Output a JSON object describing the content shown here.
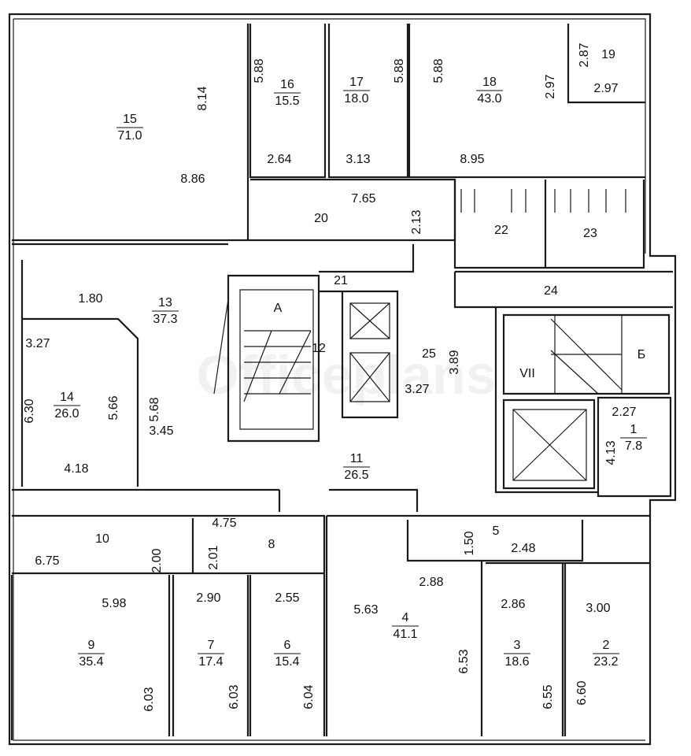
{
  "watermark": "Officeplans",
  "rooms": [
    {
      "number": "15",
      "area": "71.0",
      "dims": [
        "8.14",
        "8.86"
      ]
    },
    {
      "number": "16",
      "area": "15.5",
      "dims": [
        "5.88",
        "2.64"
      ]
    },
    {
      "number": "17",
      "area": "18.0",
      "dims": [
        "5.88",
        "3.13"
      ]
    },
    {
      "number": "18",
      "area": "43.0",
      "dims": [
        "5.88",
        "2.97",
        "8.95"
      ]
    },
    {
      "number": "19",
      "dims": [
        "2.87",
        "2.97"
      ]
    },
    {
      "number": "20",
      "dims": [
        "7.65",
        "2.13"
      ]
    },
    {
      "number": "21"
    },
    {
      "number": "22"
    },
    {
      "number": "23"
    },
    {
      "number": "24"
    },
    {
      "number": "A"
    },
    {
      "number": "12"
    },
    {
      "number": "25",
      "dims": [
        "3.89",
        "3.27"
      ]
    },
    {
      "number": "VII"
    },
    {
      "number": "Б"
    },
    {
      "number": "13",
      "area": "37.3",
      "dims": [
        "1.80"
      ]
    },
    {
      "number": "14",
      "area": "26.0",
      "dims": [
        "3.27",
        "6.30",
        "5.66",
        "5.68",
        "3.45",
        "4.18"
      ]
    },
    {
      "number": "11",
      "area": "26.5"
    },
    {
      "number": "1",
      "area": "7.8",
      "dims": [
        "2.27",
        "4.13"
      ]
    },
    {
      "number": "10",
      "dims": [
        "6.75",
        "2.00"
      ]
    },
    {
      "number": "8",
      "dims": [
        "4.75",
        "2.01"
      ]
    },
    {
      "number": "5",
      "dims": [
        "1.50",
        "2.48"
      ]
    },
    {
      "number": "9",
      "area": "35.4",
      "dims": [
        "5.98",
        "6.03"
      ]
    },
    {
      "number": "7",
      "area": "17.4",
      "dims": [
        "2.90",
        "6.03"
      ]
    },
    {
      "number": "6",
      "area": "15.4",
      "dims": [
        "2.55",
        "6.04"
      ]
    },
    {
      "number": "4",
      "area": "41.1",
      "dims": [
        "5.63",
        "2.88",
        "6.53"
      ]
    },
    {
      "number": "3",
      "area": "18.6",
      "dims": [
        "2.86",
        "6.55"
      ]
    },
    {
      "number": "2",
      "area": "23.2",
      "dims": [
        "3.00",
        "6.60"
      ]
    }
  ]
}
